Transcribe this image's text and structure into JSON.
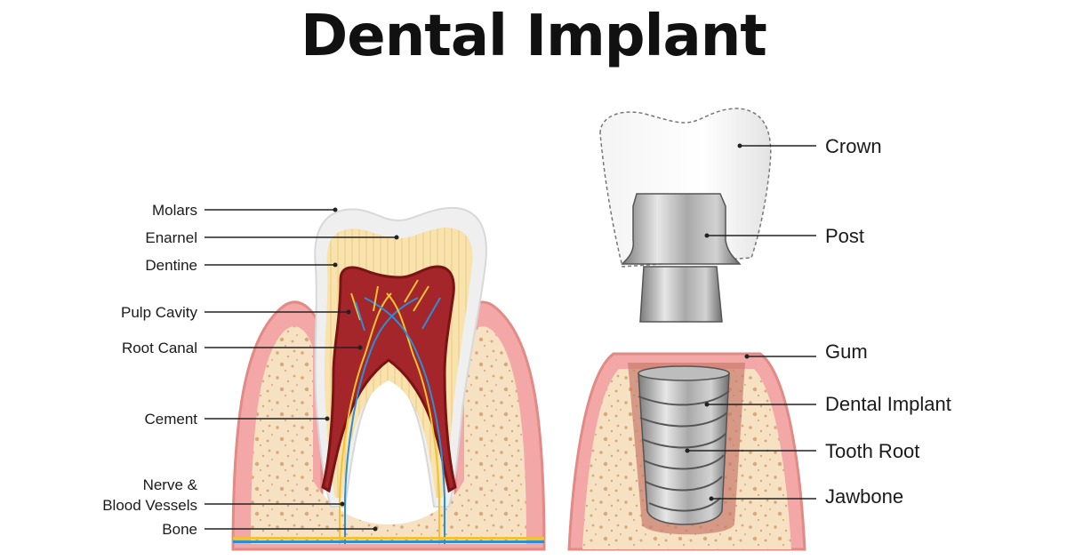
{
  "title": "Dental Implant",
  "colors": {
    "gum_pink": "#f3a7a6",
    "gum_dark": "#e6847f",
    "bone": "#f7e3c4",
    "bone_spots": "#d9a87a",
    "dentine": "#f8e0a8",
    "enamel": "#f1f1f1",
    "pulp": "#8b1a1a",
    "metal": "#a9a9a9"
  },
  "left_labels": {
    "molars": "Molars",
    "enamel": "Enarnel",
    "dentine": "Dentine",
    "pulp_cavity": "Pulp Cavity",
    "root_canal": "Root Canal",
    "cement": "Cement",
    "nerve_line1": "Nerve &",
    "nerve_line2": "Blood Vessels",
    "bone": "Bone"
  },
  "right_labels": {
    "crown": "Crown",
    "post": "Post",
    "gum": "Gum",
    "dental_implant": "Dental Implant",
    "tooth_root": "Tooth Root",
    "jawbone": "Jawbone"
  }
}
